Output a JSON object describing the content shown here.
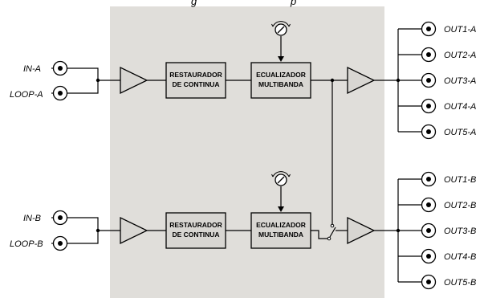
{
  "diagram": {
    "title_fragment": "g                 p",
    "inputs_a": [
      "IN-A",
      "LOOP-A"
    ],
    "inputs_b": [
      "IN-B",
      "LOOP-B"
    ],
    "restaurador_label": [
      "RESTAURADOR",
      "DE CONTINUA"
    ],
    "ecualizador_label": [
      "ECUALIZADOR",
      "MULTIBANDA"
    ],
    "outputs_a": [
      "OUT1-A",
      "OUT2-A",
      "OUT3-A",
      "OUT4-A",
      "OUT5-A"
    ],
    "outputs_b": [
      "OUT1-B",
      "OUT2-B",
      "OUT3-B",
      "OUT4-B",
      "OUT5-B"
    ],
    "colors": {
      "panel": "#e0deda",
      "block": "#d8d6d2",
      "line": "#000000"
    },
    "icons": [
      "bnc-connector-icon",
      "amplifier-icon",
      "adjust-knob-icon",
      "junction-dot-icon"
    ]
  }
}
